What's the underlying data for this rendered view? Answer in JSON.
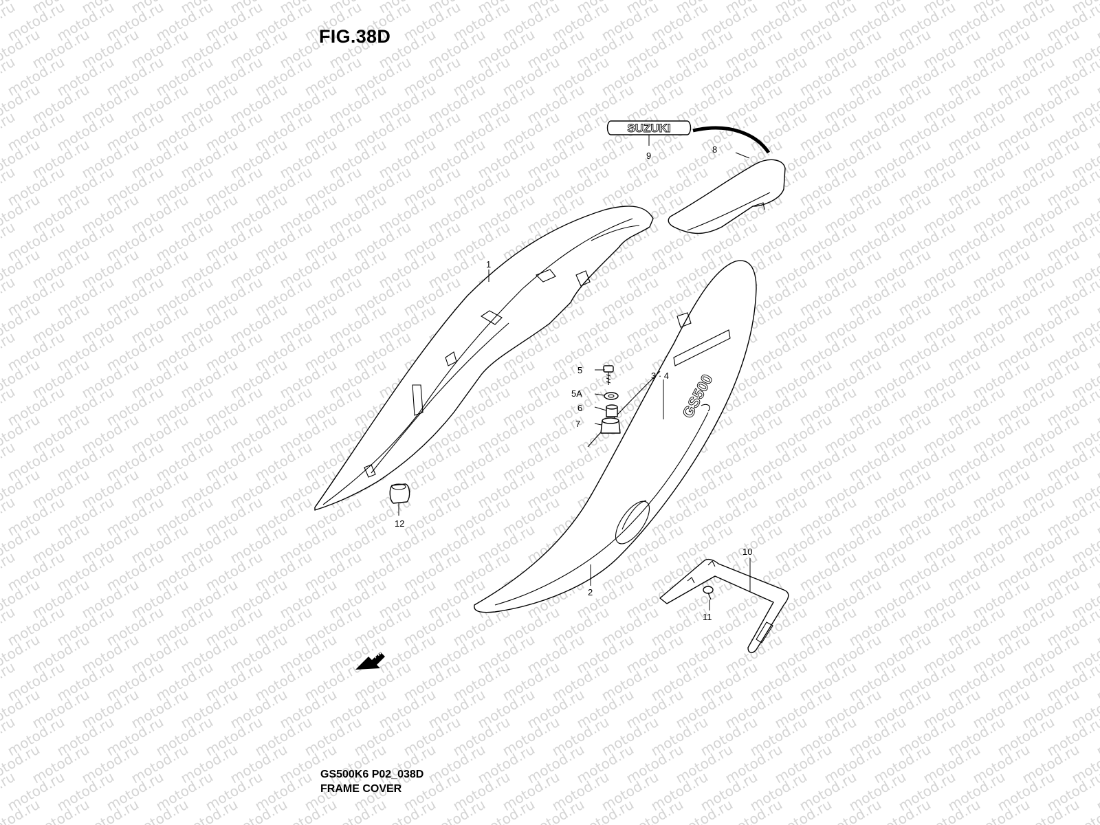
{
  "figure": {
    "title": "FIG.38D",
    "code": "GS500K6 P02_038D",
    "name": "FRAME COVER",
    "watermark": "motod.ru",
    "emblem_text": "SUZUKI",
    "arrow_text": "FWD"
  },
  "callouts": [
    {
      "id": "1",
      "label": "1"
    },
    {
      "id": "2",
      "label": "2"
    },
    {
      "id": "3-4",
      "label": "3 · 4"
    },
    {
      "id": "5",
      "label": "5"
    },
    {
      "id": "5A",
      "label": "5A"
    },
    {
      "id": "6",
      "label": "6"
    },
    {
      "id": "7",
      "label": "7"
    },
    {
      "id": "8",
      "label": "8"
    },
    {
      "id": "9",
      "label": "9"
    },
    {
      "id": "10",
      "label": "10"
    },
    {
      "id": "11",
      "label": "11"
    },
    {
      "id": "12",
      "label": "12"
    }
  ]
}
